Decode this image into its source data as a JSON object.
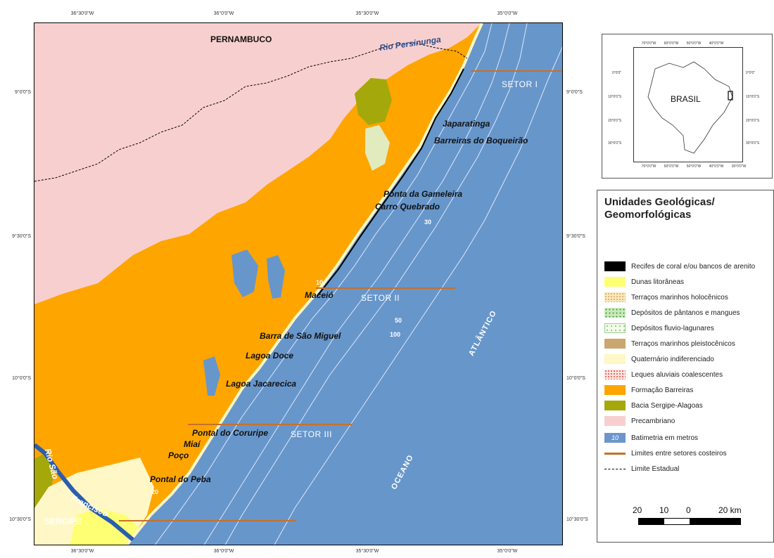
{
  "map": {
    "coords_top": [
      "36°30'0\"W",
      "36°0'0\"W",
      "35°30'0\"W",
      "35°0'0\"W"
    ],
    "coords_bottom": [
      "36°30'0\"W",
      "36°0'0\"W",
      "35°30'0\"W",
      "35°0'0\"W"
    ],
    "coords_left": [
      "9°0'0\"S",
      "9°30'0\"S",
      "10°0'0\"S",
      "10°30'0\"S"
    ],
    "coords_right": [
      "9°0'0\"S",
      "9°30'0\"S",
      "10°0'0\"S",
      "10°30'0\"S"
    ],
    "states": {
      "north": "PERNAMBUCO",
      "south": "SERGIPE"
    },
    "rivers": {
      "persinunga": "Rio Persinunga",
      "sao": "Rio São",
      "francisco": "Francisco"
    },
    "sectors": [
      "SETOR I",
      "SETOR II",
      "SETOR III"
    ],
    "ocean": {
      "word1": "ATLÂNTICO",
      "word2": "OCEANO"
    },
    "bathymetry": [
      "30",
      "10",
      "50",
      "100",
      "20"
    ],
    "places": [
      "Japaratinga",
      "Barreiras do Boqueirão",
      "Ponta da Gameleira",
      "Carro Quebrado",
      "Maceió",
      "Barra de São Miguel",
      "Lagoa Doce",
      "Lagoa Jacarecica",
      "Pontal do Coruripe",
      "Miaí",
      "Poço",
      "Pontal do Peba"
    ]
  },
  "inset": {
    "coords_top": [
      "70°0'0\"W",
      "60°0'0\"W",
      "50°0'0\"W",
      "40°0'0\"W"
    ],
    "coords_bottom": [
      "70°0'0\"W",
      "60°0'0\"W",
      "50°0'0\"W",
      "40°0'0\"W",
      "30°0'0\"W"
    ],
    "coords_left": [
      "0°0'0\"",
      "10°0'0\"S",
      "20°0'0\"S",
      "30°0'0\"S"
    ],
    "coords_right": [
      "0°0'0\"",
      "10°0'0\"S",
      "20°0'0\"S",
      "30°0'0\"S"
    ],
    "country": "BRASIL"
  },
  "legend": {
    "title_line1": "Unidades Geológicas/",
    "title_line2": "Geomorfológicas",
    "items": [
      {
        "label": "Recifes de coral e/ou bancos de arenito",
        "color": "#000000"
      },
      {
        "label": "Dunas litorâneas",
        "color": "#ffff73"
      },
      {
        "label": "Terraços marinhos holocênicos",
        "color": "#fce8b8"
      },
      {
        "label": "Depósitos de pântanos e mangues",
        "color": "#c8e8b8"
      },
      {
        "label": "Depósitos fluvio-lagunares",
        "color": "#f4fbe8"
      },
      {
        "label": "Terraços marinhos pleistocênicos",
        "color": "#c9a76e"
      },
      {
        "label": "Quaternário indiferenciado",
        "color": "#fff7c6"
      },
      {
        "label": "Leques aluviais coalescentes",
        "color": "#fde5dc"
      },
      {
        "label": "Formação Barreiras",
        "color": "#ffa500"
      },
      {
        "label": "Bacia Sergipe-Alagoas",
        "color": "#a5a80a"
      },
      {
        "label": "Precambriano",
        "color": "#f8cfcf"
      },
      {
        "label": "Batimetria em metros",
        "color": "#6a96cd",
        "swatch_text": "10"
      },
      {
        "label": "Limites entre setores costeiros",
        "color": "#c8702a"
      },
      {
        "label": "Limite Estadual",
        "color": "#000000"
      }
    ],
    "scale": {
      "labels": [
        "20",
        "10",
        "0",
        "20 km"
      ]
    }
  }
}
